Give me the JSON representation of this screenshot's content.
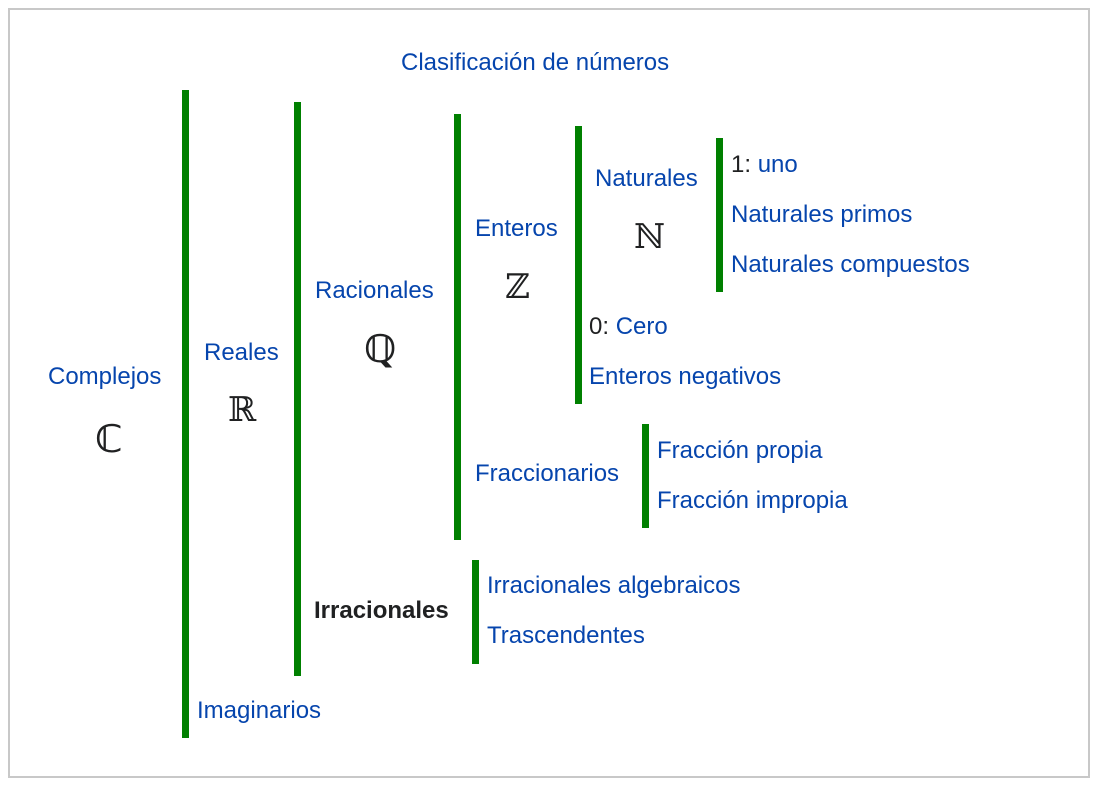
{
  "title": "Clasificación de números",
  "complejos": {
    "label": "Complejos",
    "symbol": "ℂ"
  },
  "reales": {
    "label": "Reales",
    "symbol": "ℝ"
  },
  "imaginarios": {
    "label": "Imaginarios"
  },
  "racionales": {
    "label": "Racionales",
    "symbol": "ℚ"
  },
  "irracionales": {
    "label": "Irracionales",
    "children": [
      "Irracionales algebraicos",
      "Trascendentes"
    ]
  },
  "enteros": {
    "label": "Enteros",
    "symbol": "ℤ"
  },
  "fraccionarios": {
    "label": "Fraccionarios",
    "children": [
      "Fracción propia",
      "Fracción impropia"
    ]
  },
  "naturales": {
    "label": "Naturales",
    "symbol": "ℕ",
    "uno": {
      "prefix": "1: ",
      "label": "uno"
    },
    "primos": "Naturales primos",
    "compuestos": "Naturales compuestos"
  },
  "cero": {
    "prefix": "0: ",
    "label": "Cero"
  },
  "negativos": "Enteros negativos",
  "colors": {
    "link": "#0645ad",
    "bracket": "#008000",
    "text": "#202122",
    "border": "#c8c8c8"
  }
}
